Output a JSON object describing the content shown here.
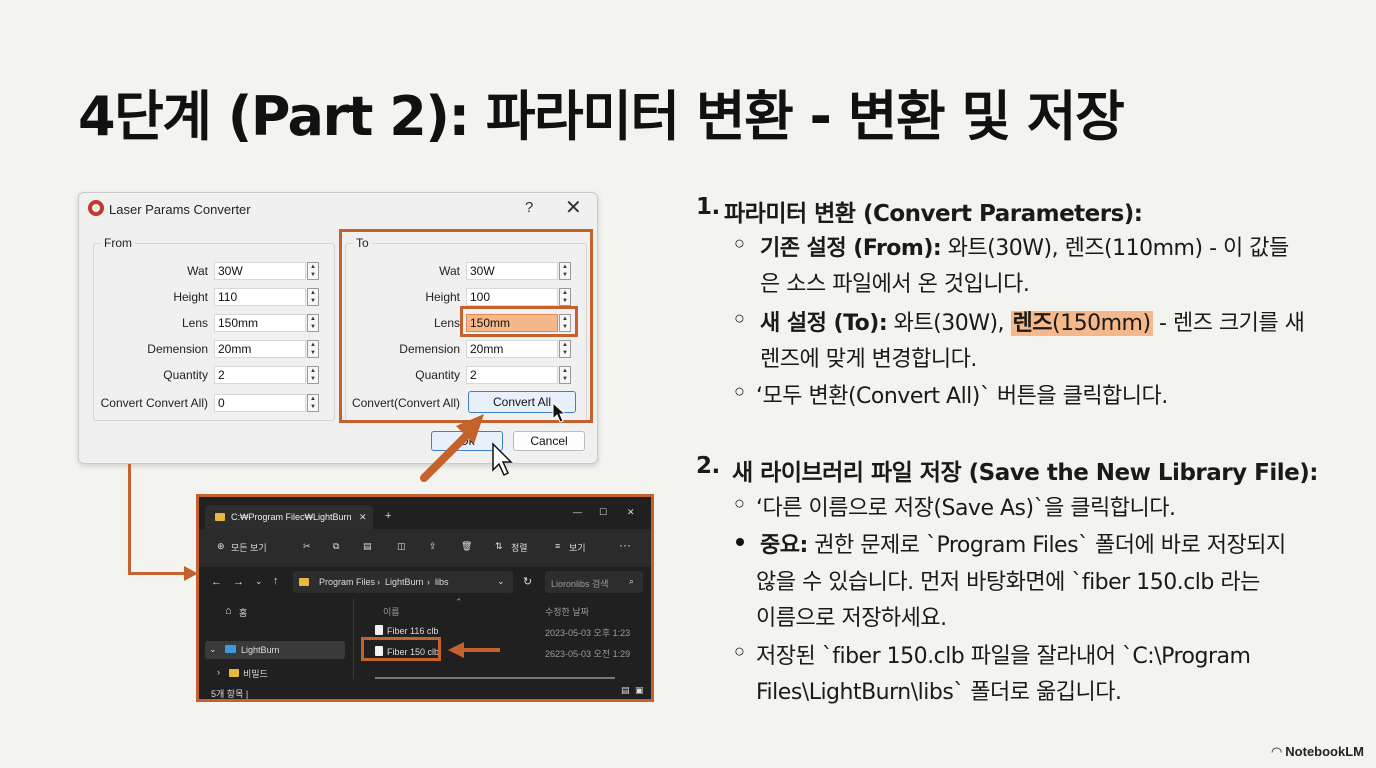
{
  "title": "4단계 (Part 2): 파라미터 변환 - 변환 및 저장",
  "dialog": {
    "title": "Laser Params Converter",
    "help": "?",
    "close": "✕",
    "from": {
      "legend": "From",
      "rows": [
        {
          "label": "Wat",
          "value": "30W"
        },
        {
          "label": "Height",
          "value": "110"
        },
        {
          "label": "Lens",
          "value": "150mm"
        },
        {
          "label": "Demension",
          "value": "20mm"
        },
        {
          "label": "Quantity",
          "value": "2"
        },
        {
          "label": "Convert Convert All)",
          "value": "0"
        }
      ]
    },
    "to": {
      "legend": "To",
      "rows": [
        {
          "label": "Wat",
          "value": "30W"
        },
        {
          "label": "Height",
          "value": "100"
        },
        {
          "label": "Lens",
          "value": "150mm"
        },
        {
          "label": "Demension",
          "value": "20mm"
        },
        {
          "label": "Quantity",
          "value": "2"
        }
      ],
      "convert_label": "Convert(Convert All)",
      "convert_button": "Convert All"
    },
    "ok": "Ok",
    "cancel": "Cancel",
    "highlight_color": "#c4622d"
  },
  "explorer": {
    "tab_title": "C:₩Program Filec₩LightBurn",
    "tab_close": "✕",
    "new_tab": "+",
    "win_min": "—",
    "win_max": "☐",
    "win_close": "✕",
    "toolbar": {
      "new": "모든 보기",
      "sort": "정렬",
      "view": "보기",
      "more": "···"
    },
    "breadcrumb": [
      "Program Files",
      "LightBurn",
      "libs"
    ],
    "search_placeholder": "Lioronlibs 검색",
    "sidebar": {
      "home": "홈",
      "lightburn": "LightBurn",
      "sub": "비밀드"
    },
    "columns": {
      "name": "이름",
      "modified": "수정한 날짜"
    },
    "files": [
      {
        "name": "Fiber 116 clb",
        "date": "2023-05-03 오후 1:23"
      },
      {
        "name": "Fiber 150 clb",
        "date": "2623-05-03 오전 1:29"
      }
    ],
    "status": "5개 항목 |"
  },
  "right": {
    "s1_num": "1.",
    "s1_head": "파라미터 변환 (Convert Parameters):",
    "s1_b1_bold": "기존 설정 (From):",
    "s1_b1_text": " 와트(30W), 렌즈(110mm) - 이 값들",
    "s1_b1_cont": "은 소스 파일에서 온 것입니다.",
    "s1_b2_bold": "새 설정 (To):",
    "s1_b2_text1": " 와트(30W), ",
    "s1_b2_mark_bold": "렌즈",
    "s1_b2_mark": "(150mm)",
    "s1_b2_text2": " - 렌즈 크기를 새",
    "s1_b2_cont": "렌즈에 맞게 변경합니다.",
    "s1_b3": "‘모두 변환(Convert All)` 버튼을 클릭합니다.",
    "s2_num": "2.",
    "s2_head": "새 라이브러리 파일 저장 (Save the New Library File):",
    "s2_b1": "‘다른 이름으로 저장(Save As)`을 클릭합니다.",
    "s2_b2_bold": "중요:",
    "s2_b2_text": " 권한 문제로 `Program Files` 폴더에 바로 저장되지",
    "s2_b2_cont1": "않을 수 있습니다. 먼저 바탕화면에 `fiber 150.clb 라는",
    "s2_b2_cont2": "이름으로 저장하세요.",
    "s2_b3": "저장된 `fiber 150.clb 파일을 잘라내어 `C:\\Program",
    "s2_b3_cont": "Files\\LightBurn\\libs` 폴더로 옮깁니다.",
    "bullet_open": "○",
    "highlight": "#f5b88a"
  },
  "brand": "NotebookLM"
}
